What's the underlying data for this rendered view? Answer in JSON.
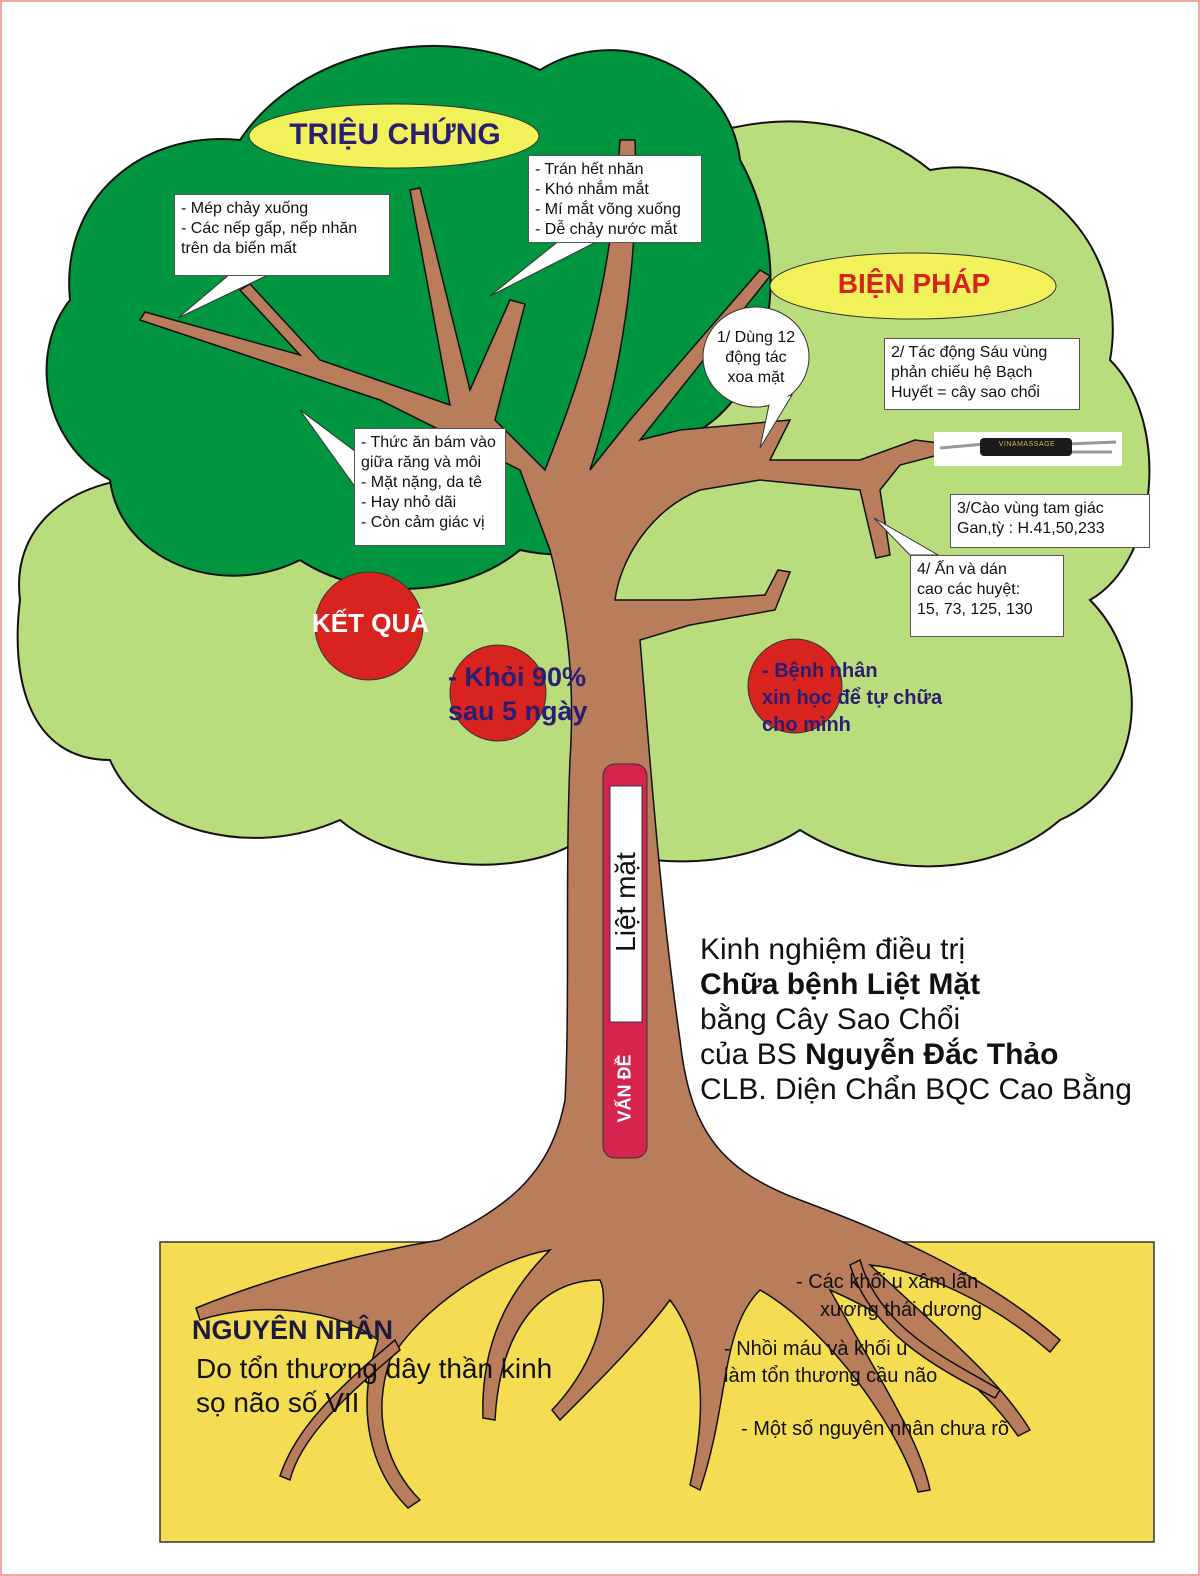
{
  "colors": {
    "dark_green": "#00953f",
    "light_green": "#b9dc7c",
    "trunk": "#b97d5c",
    "yellow_ground": "#f4dd52",
    "ellipse_fill": "#f1f159",
    "heading_blue": "#2a1e73",
    "heading_red": "#d6231f",
    "red_circle": "#d9231e",
    "banner_pink": "#d5254f",
    "frame_pink": "#f2a7a7"
  },
  "symptoms": {
    "title": "TRIỆU CHỨNG",
    "box1": [
      "- Mép chảy xuống",
      "- Các nếp gấp, nếp nhăn",
      "trên da biến mất"
    ],
    "box2": [
      "- Trán hết nhăn",
      "- Khó nhắm mắt",
      "- Mí mắt võng xuống",
      "- Dễ chảy nước mắt"
    ],
    "box3": [
      "- Thức ăn bám vào",
      "giữa răng và môi",
      "- Mặt nặng, da tê",
      "- Hay nhỏ dãi",
      "- Còn cảm giác vị"
    ]
  },
  "measures": {
    "title": "BIỆN PHÁP",
    "item1": [
      "1/ Dùng 12",
      "động tác",
      "xoa mặt"
    ],
    "item2": [
      "2/ Tác động Sáu vùng",
      "phản chiếu hệ Bạch",
      "Huyết = cây sao chổi"
    ],
    "item3": [
      "3/Cào vùng tam giác",
      "Gan,tỳ : H.41,50,233"
    ],
    "item4": [
      "4/ Ấn và dán",
      "cao các huyệt:",
      "15, 73, 125, 130"
    ],
    "tool_label": "VINAMASSAGE"
  },
  "results": {
    "title": "KẾT QUẢ",
    "result1": [
      "- Khỏi 90%",
      "sau 5 ngày"
    ],
    "result2": [
      "- Bệnh nhân",
      "xin học để tự chữa",
      "cho mình"
    ]
  },
  "problem": {
    "label": "VẤN ĐỀ",
    "value": "Liệt mặt"
  },
  "caption": {
    "line1": "Kinh nghiệm điều trị",
    "line2": "Chữa bệnh Liệt Mặt",
    "line3": "bằng Cây Sao Chổi",
    "line4_prefix": "của BS ",
    "line4_name": "Nguyễn Đắc Thảo",
    "line5": "CLB. Diện Chẩn BQC Cao Bằng"
  },
  "causes": {
    "title": "NGUYÊN NHÂN",
    "desc": [
      "Do tổn thương dây thần kinh",
      "sọ não số VII"
    ],
    "item1": [
      "- Các khối u xâm lấn",
      "xương thái dương"
    ],
    "item2": [
      "- Nhồi máu và khối u",
      "làm tổn thương cầu não"
    ],
    "item3": "- Một số nguyên nhân chưa rõ"
  }
}
